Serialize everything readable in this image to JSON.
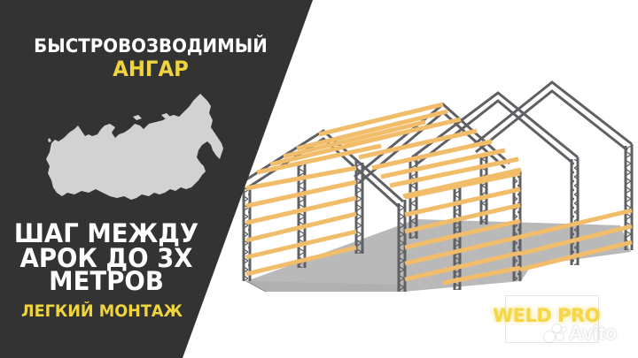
{
  "banner": {
    "title_line1": "БЫСТРОВОЗВОДИМЫЙ",
    "title_line2": "АНГАР",
    "features": [
      "ШАГ МЕЖДУ",
      "АРОК ДО 3Х",
      "МЕТРОВ"
    ],
    "tagline": "ЛЕГКИЙ МОНТАЖ",
    "brand": "WELD PRO",
    "watermark": "Avito"
  },
  "icons": {
    "map": "russia-map-silhouette",
    "illustration": "hangar-frame-illustration",
    "watermark_logo": "avito-logo"
  },
  "colors": {
    "dark_panel": "#333333",
    "accent_yellow": "#f0d43e",
    "text_white": "#ffffff",
    "map_gray": "#d2d2d2",
    "steel": "#5e6064",
    "timber": "#f2bd6a",
    "floor": "#b9b9b9"
  }
}
